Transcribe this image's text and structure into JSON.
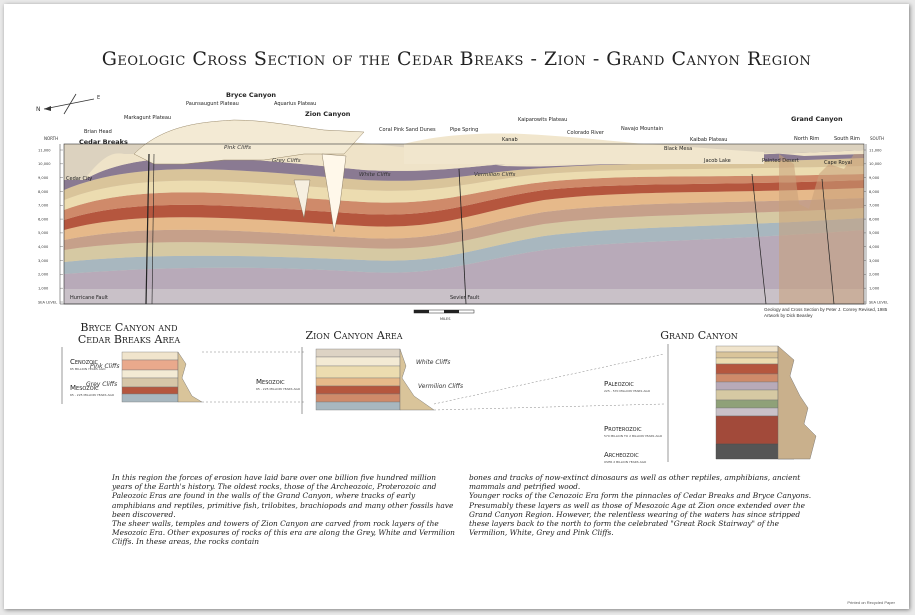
{
  "title": "Geologic Cross Section of the Cedar Breaks - Zion - Grand Canyon Region",
  "peaks": {
    "cedar_breaks": "Cedar Breaks",
    "brian_head": "Brian Head",
    "markagunt": "Markagunt Plateau",
    "bryce": "Bryce Canyon",
    "paunsaugunt": "Paunsaugunt Plateau",
    "aquarius": "Aquarius Plateau",
    "zion": "Zion Canyon",
    "coral_pink": "Coral Pink Sand Dunes",
    "pipe_spring": "Pipe Spring",
    "kanab": "Kanab",
    "kaiparowits": "Kaiparowits Plateau",
    "colorado_river": "Colorado River",
    "navajo_mountain": "Navajo Mountain",
    "kaibab": "Kaibab Plateau",
    "black_mesa": "Black Mesa",
    "jacob_lake": "Jacob Lake",
    "painted_desert": "Painted Desert",
    "cape_royal": "Cape Royal",
    "grand_canyon": "Grand Canyon",
    "north_rim": "North Rim",
    "south_rim": "South Rim",
    "cedar_city": "Cedar City"
  },
  "cliffs": {
    "pink": "Pink Cliffs",
    "grey": "Grey Cliffs",
    "white": "White Cliffs",
    "vermilion": "Vermilion Cliffs"
  },
  "faults": {
    "hurricane": "Hurricane Fault",
    "sevier": "Sevier Fault"
  },
  "axis": {
    "left_label": "NORTH",
    "right_label": "SOUTH",
    "elevations": [
      "11,000",
      "10,000",
      "9,000",
      "8,000",
      "7,000",
      "6,000",
      "5,000",
      "4,000",
      "3,000",
      "2,000",
      "1,000",
      "SEA LEVEL"
    ]
  },
  "scale_label": "MILES",
  "credits": {
    "line1": "Geology and Cross Section by Peter J. Conrey   Revised, 1985",
    "line2": "Artwork by Dick Beasley"
  },
  "sections": {
    "bryce": {
      "title_line1": "Bryce Canyon and",
      "title_line2": "Cedar Breaks Area",
      "era1": "Cenozoic",
      "era1_sub": "65 MILLION YEARS AGO",
      "era2": "Mesozoic",
      "era2_sub": "65 - 225 MILLION YEARS AGO",
      "cliff1": "Pink Cliffs",
      "cliff2": "Grey Cliffs"
    },
    "zion": {
      "title": "Zion Canyon Area",
      "era": "Mesozoic",
      "era_sub": "65 - 225 MILLION YEARS AGO",
      "cliff1": "White Cliffs",
      "cliff2": "Vermilion Cliffs"
    },
    "grand": {
      "title": "Grand Canyon",
      "era1": "Paleozoic",
      "era1_sub": "225 - 570 MILLION YEARS AGO",
      "era2": "Proterozoic",
      "era2_sub": "570 MILLION TO 2 BILLION YEARS AGO",
      "era3": "Archeozoic",
      "era3_sub": "OVER 2 BILLION YEARS AGO"
    }
  },
  "text": {
    "col1_p1": "In this region the forces of erosion have laid bare over one billion five hundred million years of the Earth's history. The oldest rocks, those of the Archeozoic, Proterozoic and Paleozoic Eras are found in the walls of the Grand Canyon, where tracks of early amphibians and reptiles, primitive fish, trilobites, brachiopods and many other fossils have been discovered.",
    "col1_p2": "The sheer walls, temples and towers of Zion Canyon are carved from rock layers of the Mesozoic Era. Other exposures of rocks of this era are along the Grey, White and Vermilion Cliffs. In these areas, the rocks contain",
    "col2_p1": "bones and tracks of now-extinct dinosaurs as well as other reptiles, amphibians, ancient mammals and petrified wood.",
    "col2_p2": "Younger rocks of the Cenozoic Era form the pinnacles of Cedar Breaks and Bryce Canyons. Presumably these layers as well as those of Mesozoic Age at Zion once extended over the Grand Canyon Region. However, the relentless wearing of the waters has since stripped these layers back to the north to form the celebrated \"Great Rock Stairway\" of the Vermilion, White, Grey and Pink Cliffs."
  },
  "footer_note": "Printed on Recycled Paper",
  "colors": {
    "red": "#b5563e",
    "tan": "#d9c49a",
    "cream": "#f3ead4",
    "blue_grey": "#a7b6bf",
    "purple": "#8a7a92",
    "green": "#8fa178",
    "peach": "#e6b98a"
  }
}
